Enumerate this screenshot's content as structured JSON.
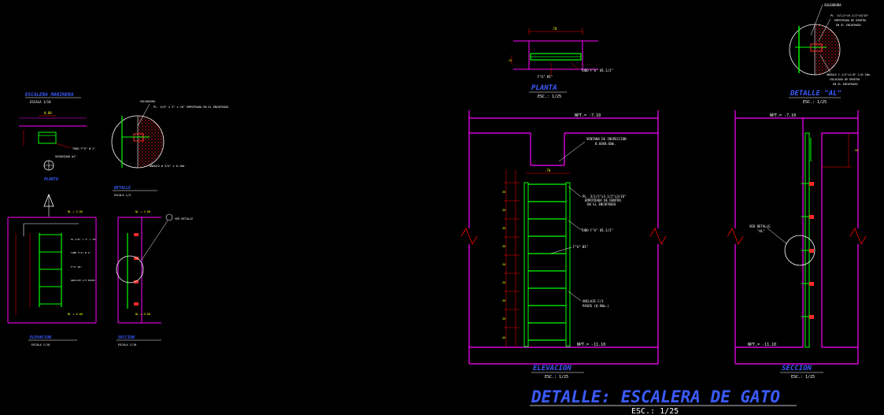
{
  "colors": {
    "background": "#000000",
    "wall": "#ff00ff",
    "steel": "#00ff00",
    "dimension": "#ff0000",
    "text_yellow": "#ffff00",
    "text_blue": "#0033ff",
    "white": "#ffffff",
    "concrete_dots": "#ff2a2a"
  },
  "title": {
    "main": "DETALLE: ESCALERA DE GATO",
    "scale": "ESC.: 1/25"
  },
  "small_detail": {
    "title": "ESCALERA MARINERA",
    "title_scale": "ESCALA 1/10",
    "plan_label": "PLANTA",
    "plan_dim": "0.80",
    "plan_note_1": "TUBO F°G° Ø 2\"",
    "plan_note_2": "SEGURIDAD ø1\"",
    "detail_label": "DETALLE",
    "detail_scale": "ESCALA 1/5",
    "detail_note_1": "PL. 3/8\" x 3\" x 10\" EMPOTRADA EN EL ENCOFRADO",
    "detail_note_2": "ANGULO ø 3/4\" x 0.10m",
    "elev_label": "ELEVACION",
    "elev_scale": "ESCALA 1/10",
    "sec_label": "SECCION",
    "sec_scale": "ESCALA 1/10",
    "see_detail": "VER DETALLE",
    "elev_top": "NL + 3.00",
    "elev_bottom": "NL + 0.00"
  },
  "planta": {
    "label": "PLANTA",
    "scale": "ESC.: 1/25",
    "dim": ".70",
    "note_tube": "TUBO F°G° Ø1.1/2\"",
    "note_bar": "F°G° Ø1\""
  },
  "detalle_al": {
    "label": "DETALLE \"AL\"",
    "scale": "ESC.: 1/25",
    "note_top": "SOLDADURA",
    "note_plate": "PL. 3/1/2\"x3.1/2\"x3/16\" EMPOTRADA DE DENTRO EN EL ENCOFRADO",
    "note_angle": "ANGULO 1.1/2\"x1/8\" L=0.10m. COLOCADO DE DENTRO EN EL ENCOFRADO"
  },
  "elevacion": {
    "label": "ELEVACION",
    "scale": "ESC.: 1/25",
    "level_top": "NPT.= -7.10",
    "level_bottom": "NPT.= -11.10",
    "inspection": "VENTANA DE INSPECCION 0.60X0.60m",
    "width_dim": ".70",
    "plate_note": "PL. 3/1/2\"x3.1/2\"x3/16\" EMPOTRADA DE DENTRO EN EL ENCOFRADO",
    "tube_note": "TUBO F°G° Ø1.1/2\"",
    "bar_note": "F°G° Ø1\"",
    "steps_note": "ANCLAJE C/3 PASOS (0.90m.)",
    "dim_bottom": ".40"
  },
  "seccion": {
    "label": "SECCION",
    "scale": "ESC.: 1/25",
    "level_top": "NPT.= -7.10",
    "level_bottom": "NPT.= -11.10",
    "see_detail": "VER DETALLE \"AL\"",
    "dim_top": ".50"
  }
}
